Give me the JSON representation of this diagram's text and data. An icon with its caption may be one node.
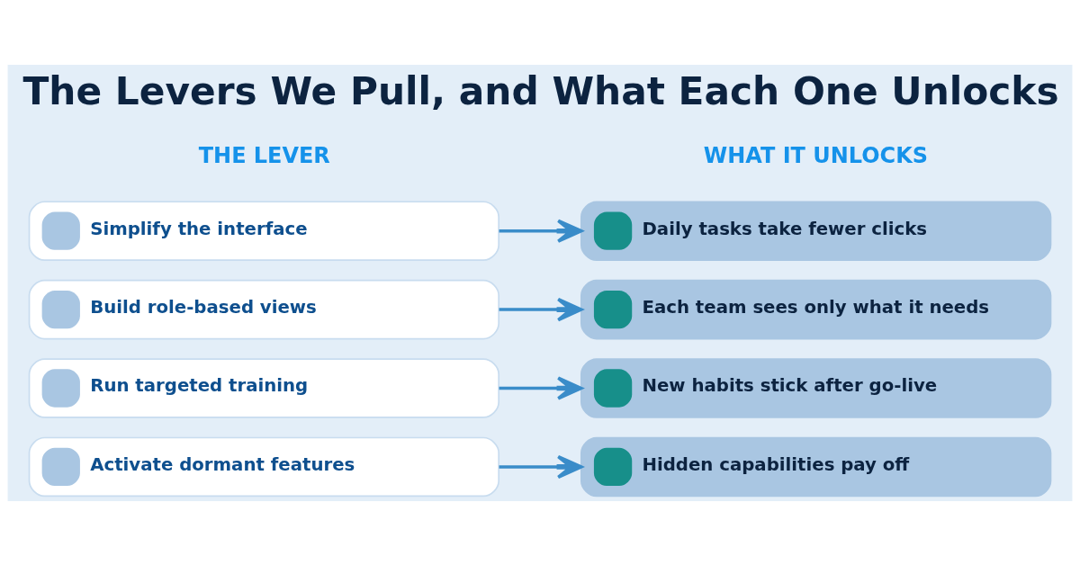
{
  "diagram": {
    "title": "The Levers We Pull, and What Each One Unlocks",
    "nodes": [
      {
        "text": [
          "Simplify the interface"
        ]
      },
      {
        "text": [
          "Build role-based views"
        ]
      },
      {
        "text": [
          "Run targeted training"
        ]
      },
      {
        "text": [
          "Activate dormant features"
        ]
      },
      {
        "text": [
          "Daily tasks take fewer clicks"
        ]
      },
      {
        "text": [
          "Each team sees only what it needs"
        ]
      },
      {
        "text": [
          "New habits stick after go-live"
        ]
      },
      {
        "text": [
          "Hidden capabilities pay off"
        ]
      }
    ],
    "edges": [
      {
        "from": 0,
        "to": 4,
        "arrow": "to"
      },
      {
        "from": 1,
        "to": 5,
        "arrow": "to"
      },
      {
        "from": 2,
        "to": 6,
        "arrow": "to"
      },
      {
        "from": 3,
        "to": 7,
        "arrow": "to"
      }
    ],
    "labels": [
      "THE LEVER",
      "WHAT IT UNLOCKS"
    ]
  }
}
